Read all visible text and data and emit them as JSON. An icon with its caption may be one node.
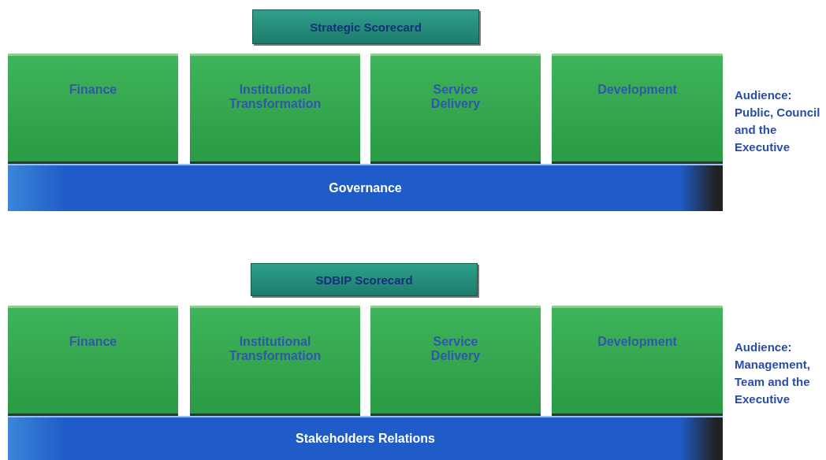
{
  "diagram": {
    "nodes": [
      {
        "text": [
          "Strategic Scorecard"
        ]
      },
      {
        "text": [
          "Finance"
        ]
      },
      {
        "text": [
          "Institutional Transformation"
        ]
      },
      {
        "text": [
          "Service Delivery"
        ]
      },
      {
        "text": [
          "Development"
        ]
      },
      {
        "text": [
          "Governance"
        ]
      },
      {
        "text": [
          "SDBIP Scorecard"
        ]
      },
      {
        "text": [
          "Finance"
        ]
      },
      {
        "text": [
          "Institutional Transformation"
        ]
      },
      {
        "text": [
          "Service Delivery"
        ]
      },
      {
        "text": [
          "Development"
        ]
      },
      {
        "text": [
          "Stakeholders Relations"
        ]
      }
    ],
    "edges": [],
    "labels": [
      "Audience: Public, Council and the Executive",
      "Audience: Management, Team and the Executive"
    ]
  }
}
